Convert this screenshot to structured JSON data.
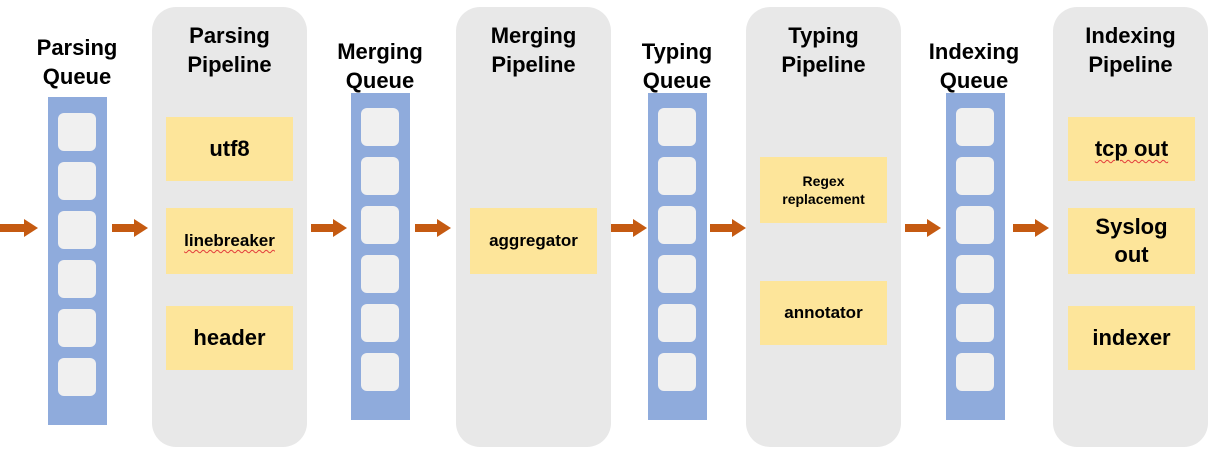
{
  "stages": {
    "parsing_queue": {
      "title_line1": "Parsing",
      "title_line2": "Queue"
    },
    "parsing_pipeline": {
      "title_line1": "Parsing",
      "title_line2": "Pipeline",
      "processors": [
        "utf8",
        "linebreaker",
        "header"
      ]
    },
    "merging_queue": {
      "title_line1": "Merging",
      "title_line2": "Queue"
    },
    "merging_pipeline": {
      "title_line1": "Merging",
      "title_line2": "Pipeline",
      "processors": [
        "aggregator"
      ]
    },
    "typing_queue": {
      "title_line1": "Typing",
      "title_line2": "Queue"
    },
    "typing_pipeline": {
      "title_line1": "Typing",
      "title_line2": "Pipeline",
      "processors": [
        "Regex replacement",
        "annotator"
      ],
      "regex_line1": "Regex",
      "regex_line2": "replacement"
    },
    "indexing_queue": {
      "title_line1": "Indexing",
      "title_line2": "Queue"
    },
    "indexing_pipeline": {
      "title_line1": "Indexing",
      "title_line2": "Pipeline",
      "processors": [
        "tcp out",
        "Syslog out",
        "indexer"
      ],
      "syslog_line1": "Syslog",
      "syslog_line2": "out"
    }
  },
  "colors": {
    "queue": "#8fabdc",
    "queue_slot": "#f0f0f0",
    "pipeline": "#e8e8e8",
    "processor": "#fde59a",
    "arrow": "#c55a11"
  }
}
